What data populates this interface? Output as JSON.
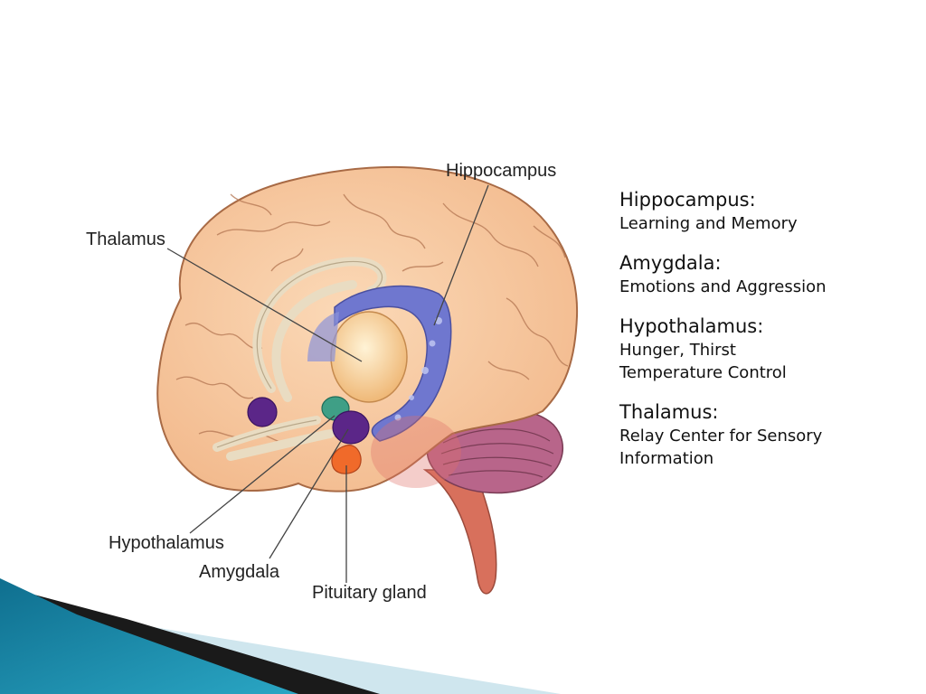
{
  "diagram": {
    "callouts": {
      "hippocampus": "Hippocampus",
      "thalamus": "Thalamus",
      "hypothalamus": "Hypothalamus",
      "amygdala": "Amygdala",
      "pituitary": "Pituitary gland"
    }
  },
  "legend": [
    {
      "term": "Hippocampus:",
      "desc": "Learning and Memory"
    },
    {
      "term": "Amygdala:",
      "desc": "Emotions and Aggression"
    },
    {
      "term": "Hypothalamus:",
      "desc": "Hunger, Thirst\nTemperature Control"
    },
    {
      "term": "Thalamus:",
      "desc": "Relay Center for Sensory\nInformation"
    }
  ],
  "colors": {
    "cortex": "#f7c9a0",
    "cortex_outline": "#a86a45",
    "limbic_blue": "#6f77cf",
    "thalamus_core": "#f3c98f",
    "amygdala": "#5b2688",
    "pituitary": "#f06a2a",
    "hypothalamus": "#3f9f86",
    "cerebellum": "#a85c7a",
    "brainstem": "#d8705c",
    "accent_teal": "#1b8aa8"
  }
}
